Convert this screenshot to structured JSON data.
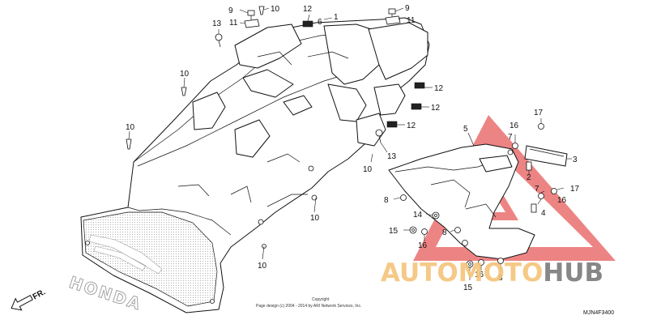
{
  "callouts": [
    {
      "id": "c9a",
      "text": "9"
    },
    {
      "id": "c10a",
      "text": "10"
    },
    {
      "id": "c12a",
      "text": "12"
    },
    {
      "id": "c6",
      "text": "6"
    },
    {
      "id": "c1",
      "text": "1"
    },
    {
      "id": "c9b",
      "text": "9"
    },
    {
      "id": "c11a",
      "text": "11"
    },
    {
      "id": "c11b",
      "text": "11"
    },
    {
      "id": "c13a",
      "text": "13"
    },
    {
      "id": "c10b",
      "text": "10"
    },
    {
      "id": "c10c",
      "text": "10"
    },
    {
      "id": "c12b",
      "text": "12"
    },
    {
      "id": "c12c",
      "text": "12"
    },
    {
      "id": "c12d",
      "text": "12"
    },
    {
      "id": "c13b",
      "text": "13"
    },
    {
      "id": "c10d",
      "text": "10"
    },
    {
      "id": "c5",
      "text": "5"
    },
    {
      "id": "c17a",
      "text": "17"
    },
    {
      "id": "c16a",
      "text": "16"
    },
    {
      "id": "c7a",
      "text": "7"
    },
    {
      "id": "c3",
      "text": "3"
    },
    {
      "id": "c2",
      "text": "2"
    },
    {
      "id": "c7b",
      "text": "7"
    },
    {
      "id": "c17b",
      "text": "17"
    },
    {
      "id": "c16b",
      "text": "16"
    },
    {
      "id": "c4",
      "text": "4"
    },
    {
      "id": "c8a",
      "text": "8"
    },
    {
      "id": "c14",
      "text": "14"
    },
    {
      "id": "c15a",
      "text": "15"
    },
    {
      "id": "c8b",
      "text": "8"
    },
    {
      "id": "c16c",
      "text": "16"
    },
    {
      "id": "c10e",
      "text": "10"
    },
    {
      "id": "c10f",
      "text": "10"
    },
    {
      "id": "c16d",
      "text": "16"
    },
    {
      "id": "c8c",
      "text": "8"
    },
    {
      "id": "c15b",
      "text": "15"
    }
  ],
  "fr_label": "FR.",
  "brand_mark": "HONDA",
  "copyright_line1": "Copyright",
  "copyright_line2": "Page design (c) 2004 - 2014 by ARI Network Services, Inc.",
  "diagram_code": "MJN4F3400",
  "watermark": {
    "part1": "AUTO",
    "part2": "MOTO",
    "part3": "HUB"
  },
  "colors": {
    "watermark_red": "#e85b5b",
    "watermark_orange": "#f4c47a",
    "watermark_gray": "#7b7b7b",
    "line": "#111111"
  }
}
